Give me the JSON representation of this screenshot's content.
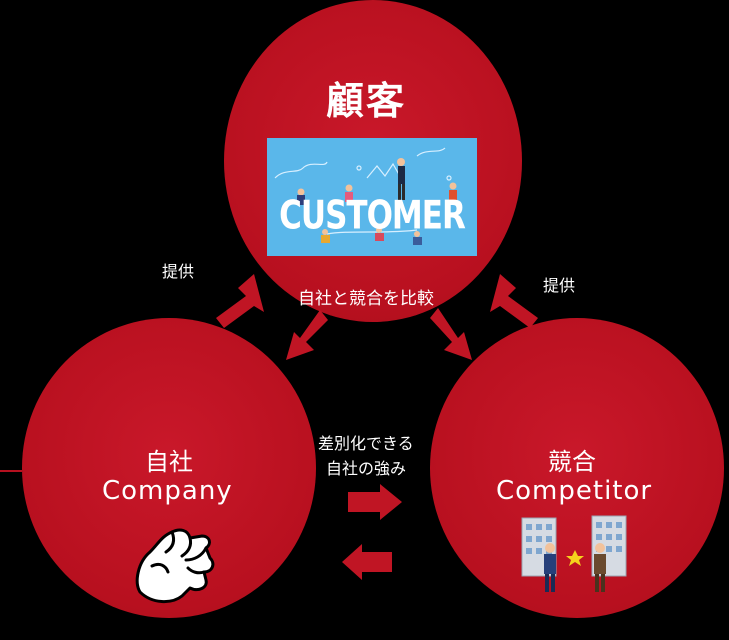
{
  "customer": {
    "title": "顧客",
    "image_text": "CUSTOMER"
  },
  "company": {
    "title": "自社",
    "subtitle": "Company"
  },
  "competitor": {
    "title": "競合",
    "subtitle": "Competitor"
  },
  "labels": {
    "provide_left": "提供",
    "provide_right": "提供",
    "compare": "自社と競合を比較",
    "differentiation_line1": "差別化できる",
    "differentiation_line2": "自社の強み"
  },
  "icons": {
    "customer_illustration": "people-illustration",
    "company_icon": "pointing-hand-icon",
    "competitor_icon": "businessmen-buildings-icon"
  },
  "colors": {
    "background": "#000000",
    "circle": "#c01524",
    "text": "#ffffff",
    "image_bg": "#5ab7ea"
  }
}
